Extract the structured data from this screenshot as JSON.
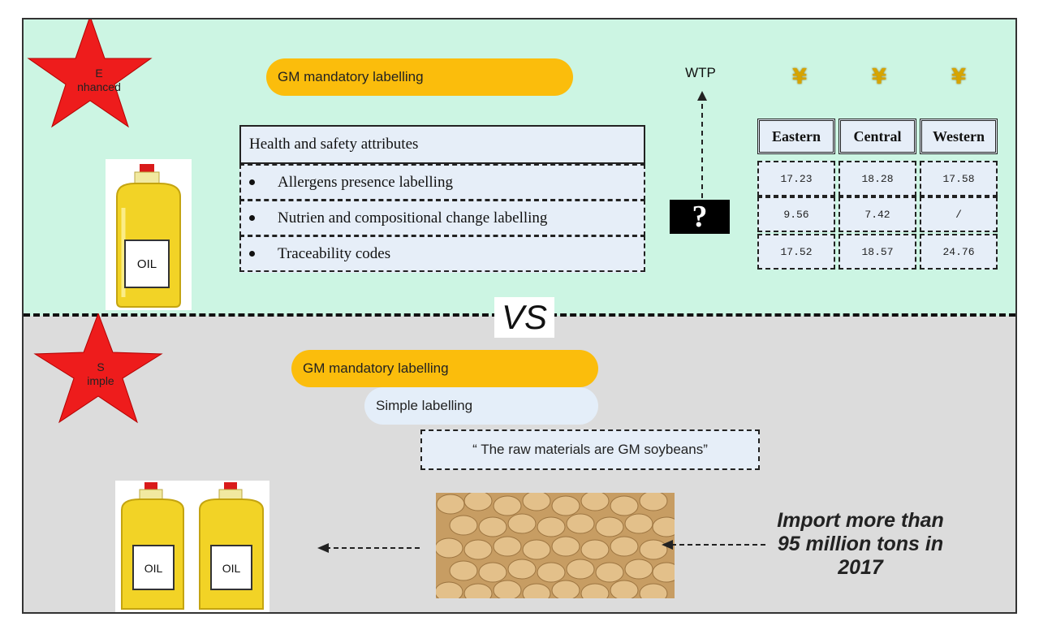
{
  "enhanced": {
    "star_label_line1": "E",
    "star_label_line2": "nhanced",
    "pill_label": "GM mandatory labelling",
    "attributes_header": "Health and safety attributes",
    "attributes": [
      "Allergens presence labelling",
      "Nutrien and compositional change labelling",
      "Traceability codes"
    ],
    "oil_label": "OIL",
    "wtp_label": "WTP",
    "question_mark": "?",
    "currency_icon": "¥",
    "regions": [
      "Eastern",
      "Central",
      "Western"
    ],
    "values": [
      [
        "17.23",
        "18.28",
        "17.58"
      ],
      [
        "9.56",
        "7.42",
        "/"
      ],
      [
        "17.52",
        "18.57",
        "24.76"
      ]
    ]
  },
  "vs_label": "VS",
  "simple": {
    "star_label_line1": "S",
    "star_label_line2": "imple",
    "pill_mandatory": "GM mandatory labelling",
    "pill_simple": "Simple labelling",
    "quote": "“ The raw materials are GM soybeans”",
    "oil_labels": [
      "OIL",
      "OIL"
    ],
    "import_line1": "Import more than",
    "import_line2": "95 million tons in",
    "import_line3": "2017"
  },
  "colors": {
    "top_bg": "#ccf5e3",
    "bottom_bg": "#dcdcdc",
    "pill_gold": "#fbbd0c",
    "star_red": "#ee1c1c",
    "box_fill": "#e6eef8"
  }
}
